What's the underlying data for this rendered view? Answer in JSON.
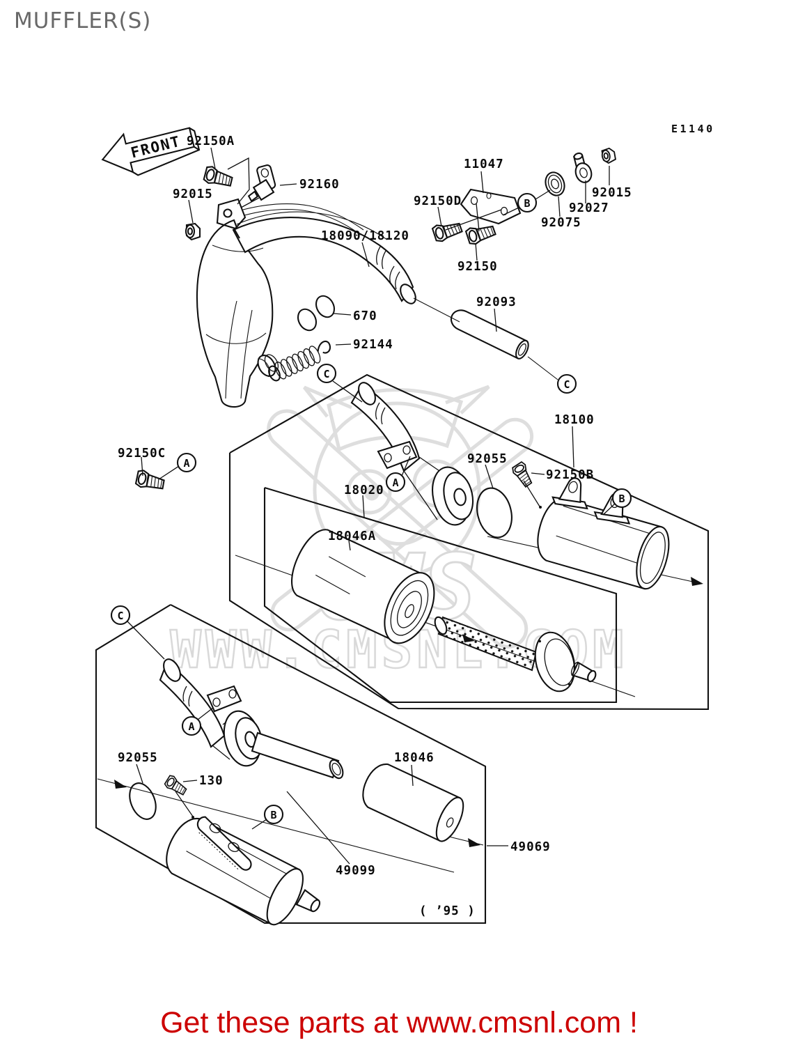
{
  "diagram": {
    "title": "MUFFLER(S)",
    "code": "E1140",
    "front": "FRONT",
    "variant": "( ’95 )",
    "watermark": {
      "big": "CMS",
      "url": "WWW.CMSNL.COM"
    },
    "footer": "Get these parts at www.cmsnl.com !",
    "markers": {
      "a": "A",
      "b": "B",
      "c": "C"
    },
    "parts": {
      "p92150a": "92150A",
      "p92015l": "92015",
      "p92160": "92160",
      "p18090": "18090/18120",
      "p11047": "11047",
      "p92150d": "92150D",
      "p92150": "92150",
      "p92075": "92075",
      "p92027": "92027",
      "p92015r": "92015",
      "p92093": "92093",
      "p670": "670",
      "p92144": "92144",
      "p18100": "18100",
      "p92150c": "92150C",
      "p18020": "18020",
      "p92055m": "92055",
      "p92150b": "92150B",
      "p18046a": "18046A",
      "p92055l": "92055",
      "p130": "130",
      "p18046": "18046",
      "p49099": "49099",
      "p49069": "49069"
    }
  }
}
